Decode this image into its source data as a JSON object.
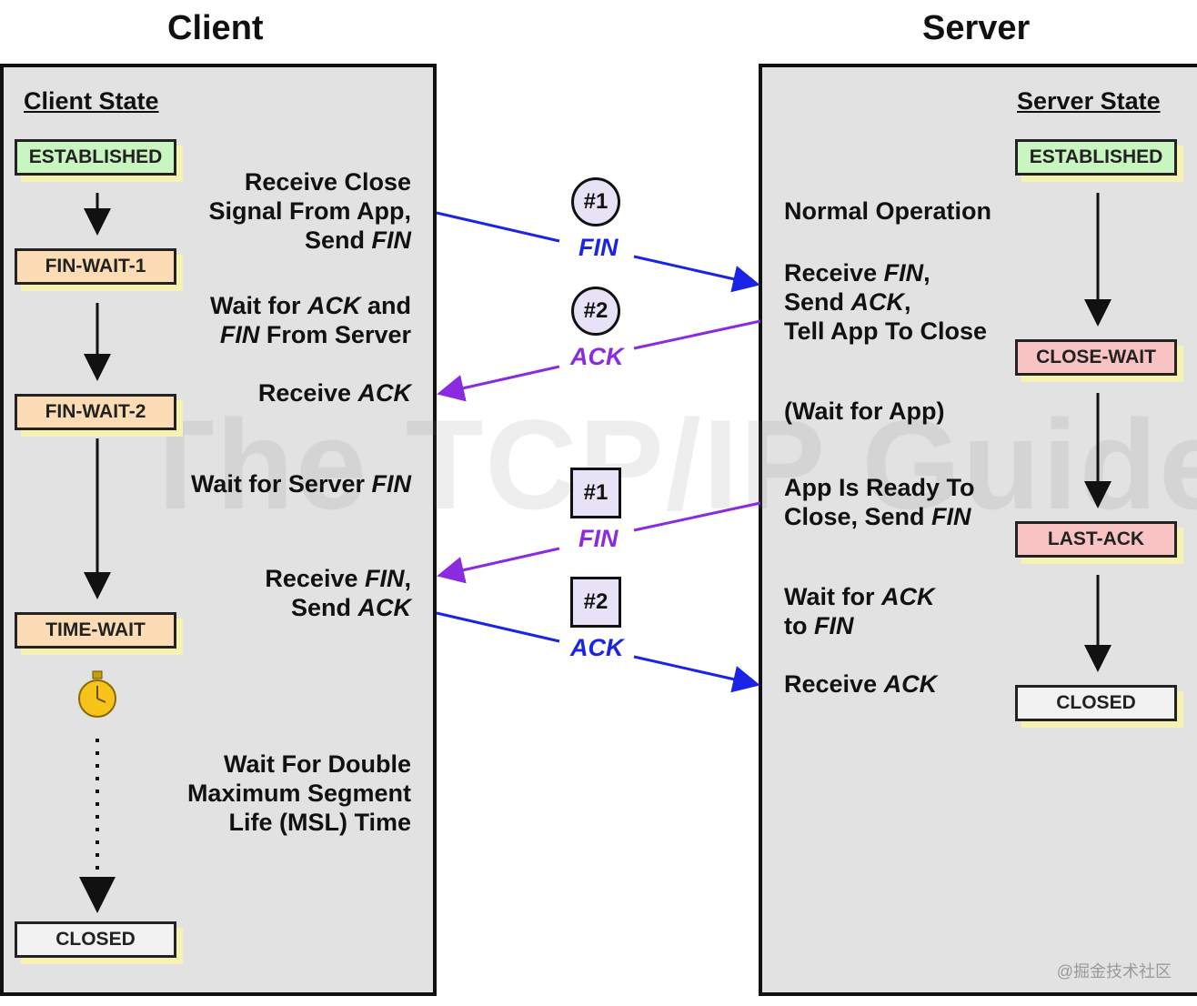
{
  "titles": {
    "client": "Client",
    "server": "Server"
  },
  "client": {
    "heading": "Client State",
    "states": [
      "ESTABLISHED",
      "FIN-WAIT-1",
      "FIN-WAIT-2",
      "TIME-WAIT",
      "CLOSED"
    ],
    "steps": [
      {
        "line1": "Receive Close",
        "line2": "Signal From App,",
        "line3": "Send ",
        "line3_italic": "FIN"
      },
      {
        "line1_italic": "ACK",
        "line1_pre": "Wait for ",
        "line1_post": " and",
        "line2_italic": "FIN",
        "line2_post": " From Server"
      },
      {
        "pre": "Receive ",
        "italic": "ACK"
      },
      {
        "pre": "Wait for Server ",
        "italic": "FIN"
      },
      {
        "line1_pre": "Receive ",
        "line1_italic": "FIN",
        "line1_post": ",",
        "line2_pre": "Send ",
        "line2_italic": "ACK"
      },
      {
        "line1": "Wait For Double",
        "line2": "Maximum Segment",
        "line3": "Life (MSL) Time"
      }
    ]
  },
  "server": {
    "heading": "Server State",
    "states": [
      "ESTABLISHED",
      "CLOSE-WAIT",
      "LAST-ACK",
      "CLOSED"
    ],
    "steps": [
      {
        "text": "Normal Operation"
      },
      {
        "line1_pre": "Receive ",
        "line1_italic": "FIN",
        "line1_post": ",",
        "line2_pre": "Send ",
        "line2_italic": "ACK",
        "line2_post": ",",
        "line3": "Tell App To Close"
      },
      {
        "text": "(Wait for App)"
      },
      {
        "line1": "App Is Ready To",
        "line2_pre": "Close, Send ",
        "line2_italic": "FIN"
      },
      {
        "line1_pre": "Wait for ",
        "line1_italic": "ACK",
        "line2_pre": "to ",
        "line2_italic": "FIN"
      },
      {
        "pre": "Receive ",
        "italic": "ACK"
      }
    ]
  },
  "messages": [
    {
      "badge": "#1",
      "label": "FIN",
      "shape": "circle",
      "color": "#1a23e6"
    },
    {
      "badge": "#2",
      "label": "ACK",
      "shape": "circle",
      "color": "#8a2be2"
    },
    {
      "badge": "#1",
      "label": "FIN",
      "shape": "square",
      "color": "#8a2be2"
    },
    {
      "badge": "#2",
      "label": "ACK",
      "shape": "square",
      "color": "#1a23e6"
    }
  ],
  "state_colors": {
    "established": "#c8f5c0",
    "fin_wait": "#fcdcb5",
    "server_wait": "#f9c3c3",
    "closed": "#f2f2f2"
  },
  "icons": {
    "timer": "stopwatch-icon"
  },
  "watermark": "The TCP/IP Guide",
  "credit": "@掘金技术社区"
}
